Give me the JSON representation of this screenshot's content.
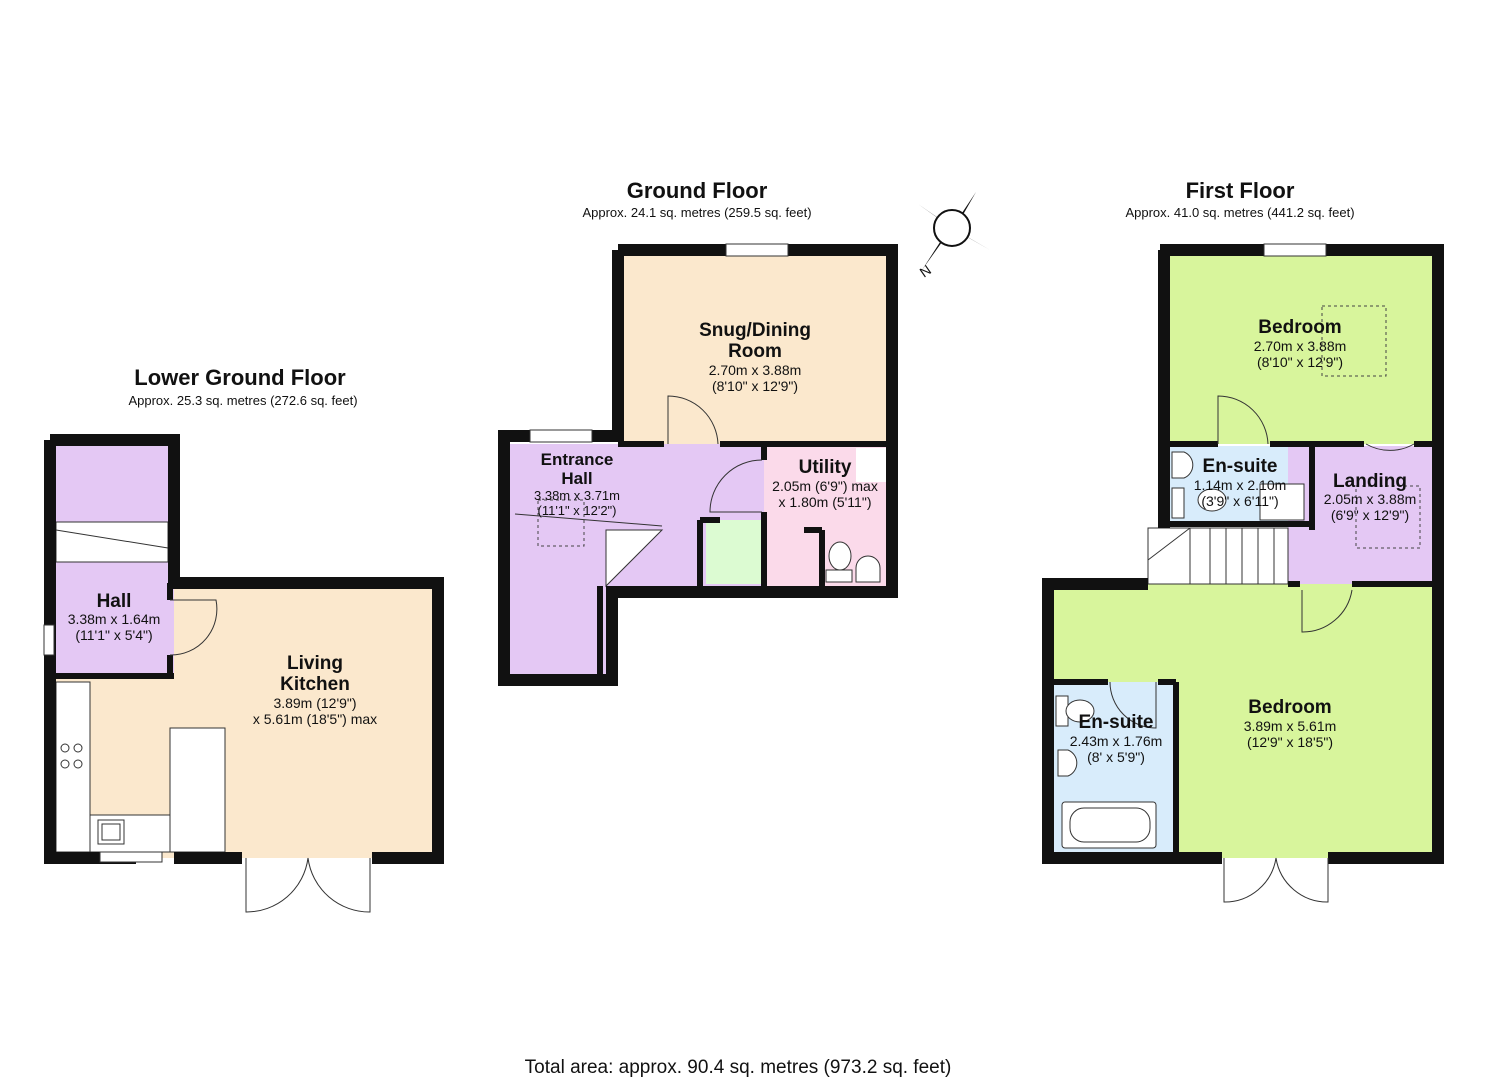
{
  "floors": {
    "lower_ground": {
      "title": "Lower Ground Floor",
      "approx": "Approx. 25.3 sq. metres (272.6 sq. feet)",
      "rooms": {
        "hall": {
          "name": "Hall",
          "dim1": "3.38m x 1.64m",
          "dim2": "(11'1\" x 5'4\")"
        },
        "living": {
          "name1": "Living",
          "name2": "Kitchen",
          "dim1": "3.89m (12'9\")",
          "dim2": "x 5.61m (18'5\") max"
        }
      }
    },
    "ground": {
      "title": "Ground Floor",
      "approx": "Approx. 24.1 sq. metres (259.5 sq. feet)",
      "rooms": {
        "snug": {
          "name1": "Snug/Dining",
          "name2": "Room",
          "dim1": "2.70m x 3.88m",
          "dim2": "(8'10\" x 12'9\")"
        },
        "entrance": {
          "name1": "Entrance",
          "name2": "Hall",
          "dim1": "3.38m x 3.71m",
          "dim2": "(11'1\" x 12'2\")"
        },
        "utility": {
          "name": "Utility",
          "dim1": "2.05m (6'9\") max",
          "dim2": "x 1.80m (5'11\")"
        }
      }
    },
    "first": {
      "title": "First Floor",
      "approx": "Approx. 41.0 sq. metres (441.2 sq. feet)",
      "rooms": {
        "bedroom1": {
          "name": "Bedroom",
          "dim1": "2.70m x 3.88m",
          "dim2": "(8'10\" x 12'9\")"
        },
        "ensuite1": {
          "name": "En-suite",
          "dim1": "1.14m x 2.10m",
          "dim2": "(3'9\" x 6'11\")"
        },
        "landing": {
          "name": "Landing",
          "dim1": "2.05m x 3.88m",
          "dim2": "(6'9\" x 12'9\")"
        },
        "bedroom2": {
          "name": "Bedroom",
          "dim1": "3.89m x 5.61m",
          "dim2": "(12'9\" x 18'5\")"
        },
        "ensuite2": {
          "name": "En-suite",
          "dim1": "2.43m x 1.76m",
          "dim2": "(8' x 5'9\")"
        }
      }
    }
  },
  "compass": {
    "label": "N"
  },
  "total": "Total area: approx. 90.4 sq. metres (973.2 sq. feet)",
  "colors": {
    "purple": "#e4c8f4",
    "peach": "#fbe8cd",
    "pink": "#fbdaea",
    "green_light": "#dcfbd2",
    "lime": "#d8f59c",
    "blue": "#d8ecfb",
    "wall": "#111111"
  }
}
